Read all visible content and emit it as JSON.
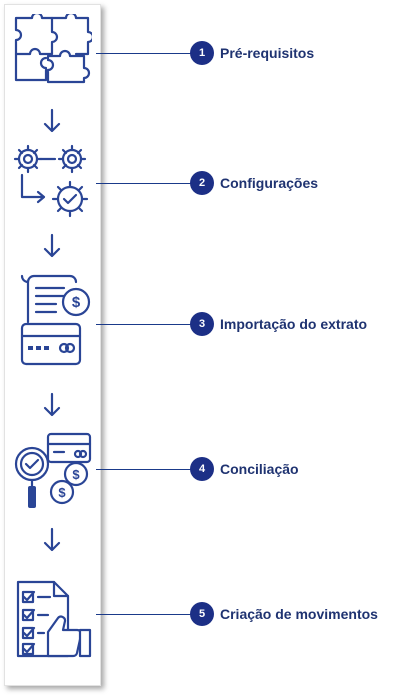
{
  "steps": [
    {
      "number": "1",
      "label": "Pré-requisitos",
      "icon": "puzzle-icon"
    },
    {
      "number": "2",
      "label": "Configurações",
      "icon": "gears-icon"
    },
    {
      "number": "3",
      "label": "Importação do extrato",
      "icon": "receipt-card-icon"
    },
    {
      "number": "4",
      "label": "Conciliação",
      "icon": "magnifier-card-coins-icon"
    },
    {
      "number": "5",
      "label": "Criação de movimentos",
      "icon": "checklist-thumbs-up-icon"
    }
  ],
  "colors": {
    "accent": "#1c2f86",
    "text": "#1f3371",
    "line": "#2a4596"
  }
}
